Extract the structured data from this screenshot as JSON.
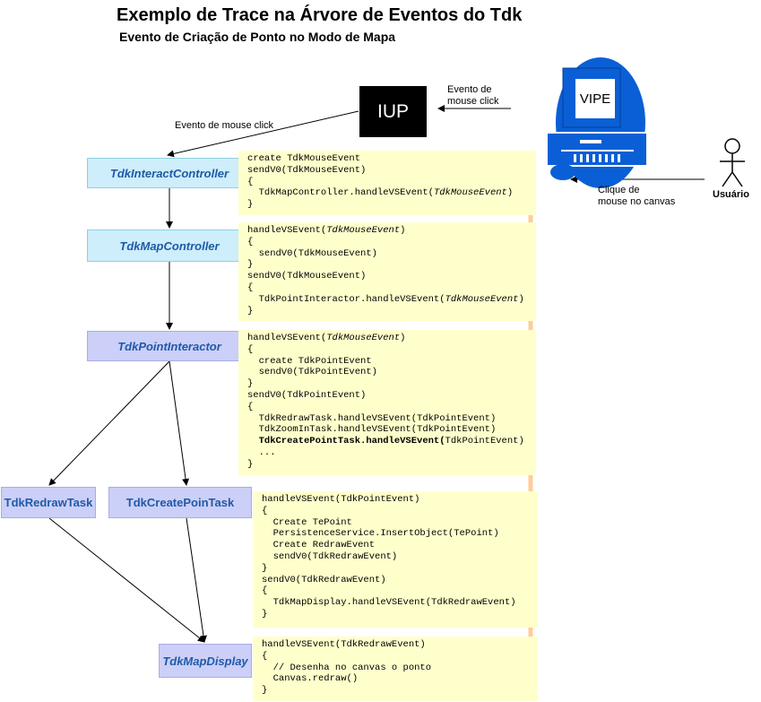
{
  "title": "Exemplo de Trace na Árvore de Eventos do Tdk",
  "subtitle": "Evento de Criação de Ponto no Modo de Mapa",
  "iup_label": "IUP",
  "vipe_label": "VIPE",
  "user_label": "Usuário",
  "labels": {
    "mouse_click_top": [
      "Evento de",
      "mouse click"
    ],
    "mouse_click_left": "Evento de mouse click",
    "click_canvas": [
      "Clique de",
      "mouse no canvas"
    ]
  },
  "nodes": {
    "interact_controller": "TdkInteractController",
    "map_controller": "TdkMapController",
    "point_interactor": "TdkPointInteractor",
    "redraw_task": "TdkRedrawTask",
    "create_point_task": "TdkCreatePoinTask",
    "map_display": "TdkMapDisplay"
  },
  "colors": {
    "code_bg": "#ffffcc",
    "node_cyan": "#cdeefa",
    "node_lavender": "#cccff7",
    "node_text": "#1f5aa8",
    "trace_arrow": "#ffcc99",
    "monitor_blue": "#0a5fd6"
  },
  "code_blocks": [
    [
      [
        {
          "t": "create TdkMouseEvent"
        }
      ],
      [
        {
          "t": "sendV0(TdkMouseEvent)"
        }
      ],
      [
        {
          "t": "{"
        }
      ],
      [
        {
          "t": "  TdkMapController.handleVSEvent("
        },
        {
          "t": "TdkMouseEvent",
          "i": true
        },
        {
          "t": ")"
        }
      ],
      [
        {
          "t": "}"
        }
      ]
    ],
    [
      [
        {
          "t": "handleVSEvent("
        },
        {
          "t": "TdkMouseEvent",
          "i": true
        },
        {
          "t": ")"
        }
      ],
      [
        {
          "t": "{"
        }
      ],
      [
        {
          "t": "  sendV0(TdkMouseEvent)"
        }
      ],
      [
        {
          "t": "}"
        }
      ],
      [
        {
          "t": "sendV0(TdkMouseEvent)"
        }
      ],
      [
        {
          "t": "{"
        }
      ],
      [
        {
          "t": "  TdkPointInteractor.handleVSEvent("
        },
        {
          "t": "TdkMouseEvent",
          "i": true
        },
        {
          "t": ")"
        }
      ],
      [
        {
          "t": "}"
        }
      ]
    ],
    [
      [
        {
          "t": "handleVSEvent("
        },
        {
          "t": "TdkMouseEvent",
          "i": true
        },
        {
          "t": ")"
        }
      ],
      [
        {
          "t": "{"
        }
      ],
      [
        {
          "t": "  create TdkPointEvent"
        }
      ],
      [
        {
          "t": "  sendV0(TdkPointEvent)"
        }
      ],
      [
        {
          "t": "}"
        }
      ],
      [
        {
          "t": "sendV0(TdkPointEvent)"
        }
      ],
      [
        {
          "t": "{"
        }
      ],
      [
        {
          "t": "  TdkRedrawTask.handleVSEvent(TdkPointEvent)"
        }
      ],
      [
        {
          "t": "  TdkZoomInTask.handleVSEvent(TdkPointEvent)"
        }
      ],
      [
        {
          "t": "  TdkCreatePointTask.handleVSEvent(",
          "b": true
        },
        {
          "t": "TdkPointEvent)"
        }
      ],
      [
        {
          "t": "  ..."
        }
      ],
      [
        {
          "t": "}"
        }
      ]
    ],
    [
      [
        {
          "t": "handleVSEvent(TdkPointEvent)"
        }
      ],
      [
        {
          "t": "{"
        }
      ],
      [
        {
          "t": "  Create TePoint"
        }
      ],
      [
        {
          "t": "  PersistenceService.InsertObject(TePoint)"
        }
      ],
      [
        {
          "t": "  Create RedrawEvent"
        }
      ],
      [
        {
          "t": "  sendV0(TdkRedrawEvent)"
        }
      ],
      [
        {
          "t": "}"
        }
      ],
      [
        {
          "t": "sendV0(TdkRedrawEvent)"
        }
      ],
      [
        {
          "t": "{"
        }
      ],
      [
        {
          "t": "  TdkMapDisplay.handleVSEvent(TdkRedrawEvent)"
        }
      ],
      [
        {
          "t": "}"
        }
      ]
    ],
    [
      [
        {
          "t": "handleVSEvent(TdkRedrawEvent)"
        }
      ],
      [
        {
          "t": "{"
        }
      ],
      [
        {
          "t": "  // Desenha no canvas o ponto"
        }
      ],
      [
        {
          "t": "  Canvas.redraw()"
        }
      ],
      [
        {
          "t": "}"
        }
      ]
    ]
  ]
}
